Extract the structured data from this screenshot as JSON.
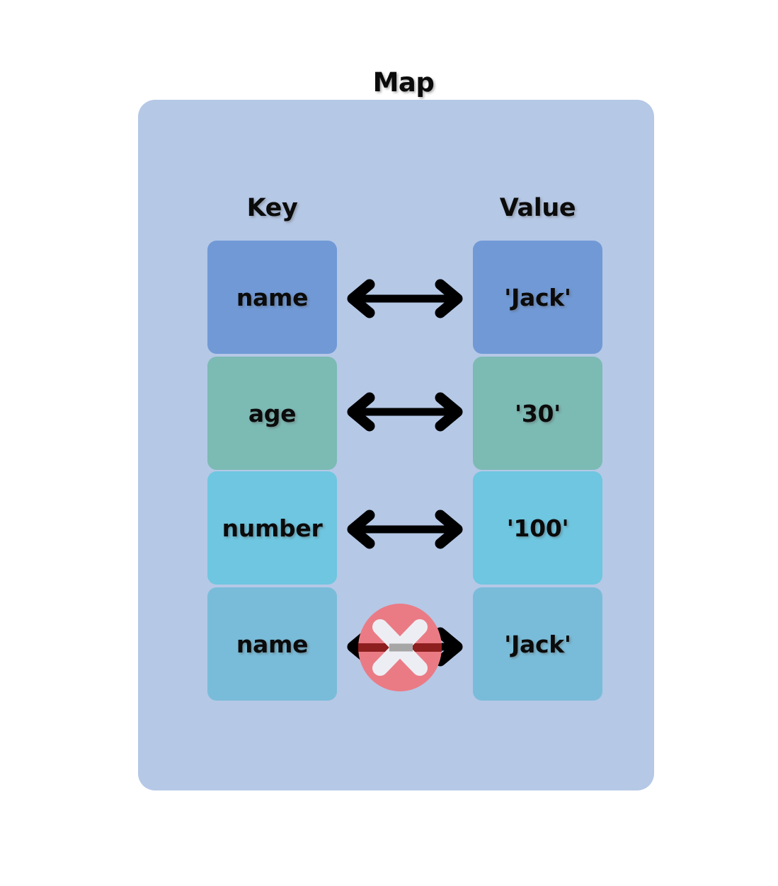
{
  "diagram": {
    "title": "Map",
    "type": "key-value-map",
    "columns": {
      "key_label": "Key",
      "value_label": "Value"
    },
    "rows": [
      {
        "key": "name",
        "value": "'Jack'",
        "color": "#7099d6",
        "link": "bidirectional",
        "blocked": false
      },
      {
        "key": "age",
        "value": "'30'",
        "color": "#7cbab4",
        "link": "bidirectional",
        "blocked": false
      },
      {
        "key": "number",
        "value": "'100'",
        "color": "#6ec6e0",
        "link": "bidirectional",
        "blocked": false
      },
      {
        "key": "name",
        "value": "'Jack'",
        "color": "#79bcd9",
        "link": "bidirectional",
        "blocked": true
      }
    ],
    "icons": {
      "arrow": "double-arrow-icon",
      "blocked": "red-x-circle-icon"
    },
    "colors": {
      "panel_background": "#b5c8e6",
      "page_background": "#ffffff",
      "arrow": "#000000",
      "blocked_circle": "#ea7b85",
      "blocked_cross": "#eef3f8",
      "blocked_line": "#8e1f1f"
    }
  }
}
